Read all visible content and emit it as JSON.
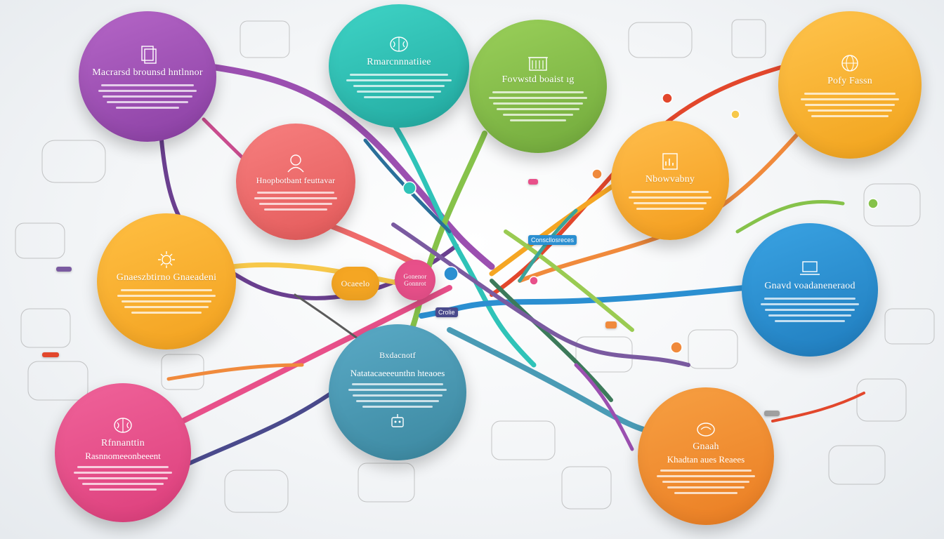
{
  "colors": {
    "purple": "#9b4fb0",
    "teal": "#2fc3b8",
    "green": "#86c24a",
    "yellow": "#f7b731",
    "coral": "#ef6b6b",
    "amber": "#f5a623",
    "blue": "#2b8fd1",
    "pink": "#e8508a",
    "steel": "#4a9bb5",
    "orange": "#f08a3c"
  },
  "nodes": [
    {
      "id": "n-purple",
      "title": "Macrarsd brounsd hntlnnor",
      "icon": "document-stack-icon"
    },
    {
      "id": "n-teal",
      "title": "Rmarcnnnatiiee",
      "icon": "brain-icon"
    },
    {
      "id": "n-green",
      "title": "Fovwstd boaist ıg",
      "icon": "building-icon"
    },
    {
      "id": "n-yellow",
      "title": "Pofy Fassn",
      "icon": "globe-icon"
    },
    {
      "id": "n-coral",
      "title": "Hnopbotbant feuttavar",
      "icon": "person-icon"
    },
    {
      "id": "n-amber-small",
      "title": "Nbowvabny",
      "icon": "chart-icon"
    },
    {
      "id": "n-orange-left",
      "title": "Gnaeszbtirno Gnaeadeni",
      "icon": "gear-icon"
    },
    {
      "id": "n-blue",
      "title": "Gnavd voadaneneraod",
      "icon": "laptop-icon"
    },
    {
      "id": "n-steel",
      "title": "Bxdacnotf",
      "subtitle": "Natatacaeeeunthn hteaoes",
      "icon": "robot-icon"
    },
    {
      "id": "n-pink",
      "title": "Rfnnanttin",
      "subtitle": "Rasnnomeeonbeeent",
      "icon": "brain-icon"
    },
    {
      "id": "n-orange-bottom",
      "title": "Gnaah",
      "subtitle": "Khadtan aues Reaees",
      "icon": "hand-icon"
    }
  ],
  "hub": [
    {
      "id": "hub-orange",
      "title": "Ocaeelo"
    },
    {
      "id": "hub-pink",
      "title": "Gonenor Gonnrot"
    }
  ],
  "tags": [
    {
      "id": "tag-1",
      "text": "Conscllosreces"
    },
    {
      "id": "tag-2",
      "text": "Crolie"
    }
  ]
}
